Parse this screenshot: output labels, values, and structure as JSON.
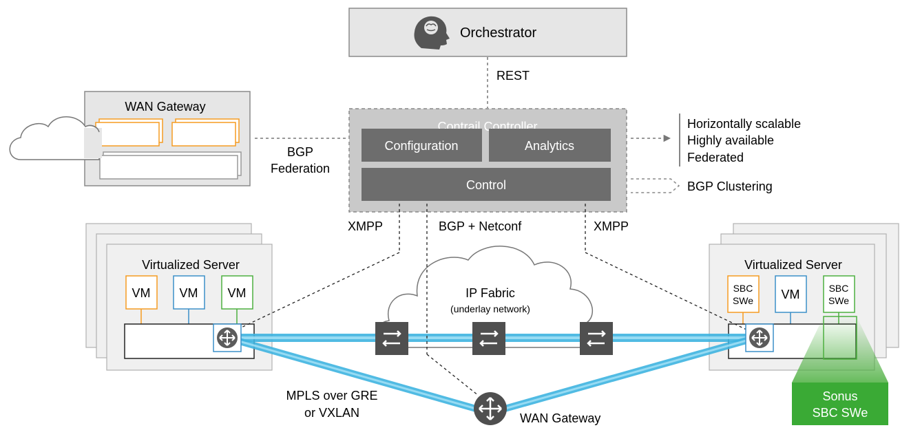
{
  "orchestrator": {
    "label": "Orchestrator"
  },
  "links": {
    "rest": "REST",
    "bgp_federation_line1": "BGP",
    "bgp_federation_line2": "Federation",
    "xmpp_left": "XMPP",
    "bgp_netconf": "BGP + Netconf",
    "xmpp_right": "XMPP",
    "bgp_clustering": "BGP Clustering",
    "mpls_line1": "MPLS over GRE",
    "mpls_line2": "or VXLAN"
  },
  "controller": {
    "title": "Contrail Controller",
    "configuration": "Configuration",
    "analytics": "Analytics",
    "control": "Control"
  },
  "properties": [
    "Horizontally scalable",
    "Highly available",
    "Federated"
  ],
  "wan_gateway_box": {
    "title": "WAN Gateway"
  },
  "left_server": {
    "title": "Virtualized Server",
    "vms": [
      "VM",
      "VM",
      "VM"
    ]
  },
  "right_server": {
    "title": "Virtualized Server",
    "vm1_line1": "SBC",
    "vm1_line2": "SWe",
    "vm2": "VM",
    "vm3_line1": "SBC",
    "vm3_line2": "SWe"
  },
  "ip_fabric": {
    "title": "IP Fabric",
    "subtitle": "(underlay network)"
  },
  "wan_gateway_bottom": "WAN Gateway",
  "sonus": {
    "line1": "Sonus",
    "line2": "SBC SWe"
  },
  "colors": {
    "orange": "#f59b20",
    "blue": "#3b8fc8",
    "green": "#4caf3f",
    "tunnel": "#4fc3ea",
    "sonus_green": "#3aaa35",
    "gray_dark": "#6d6d6d",
    "gray_box": "#e6e6e6"
  }
}
